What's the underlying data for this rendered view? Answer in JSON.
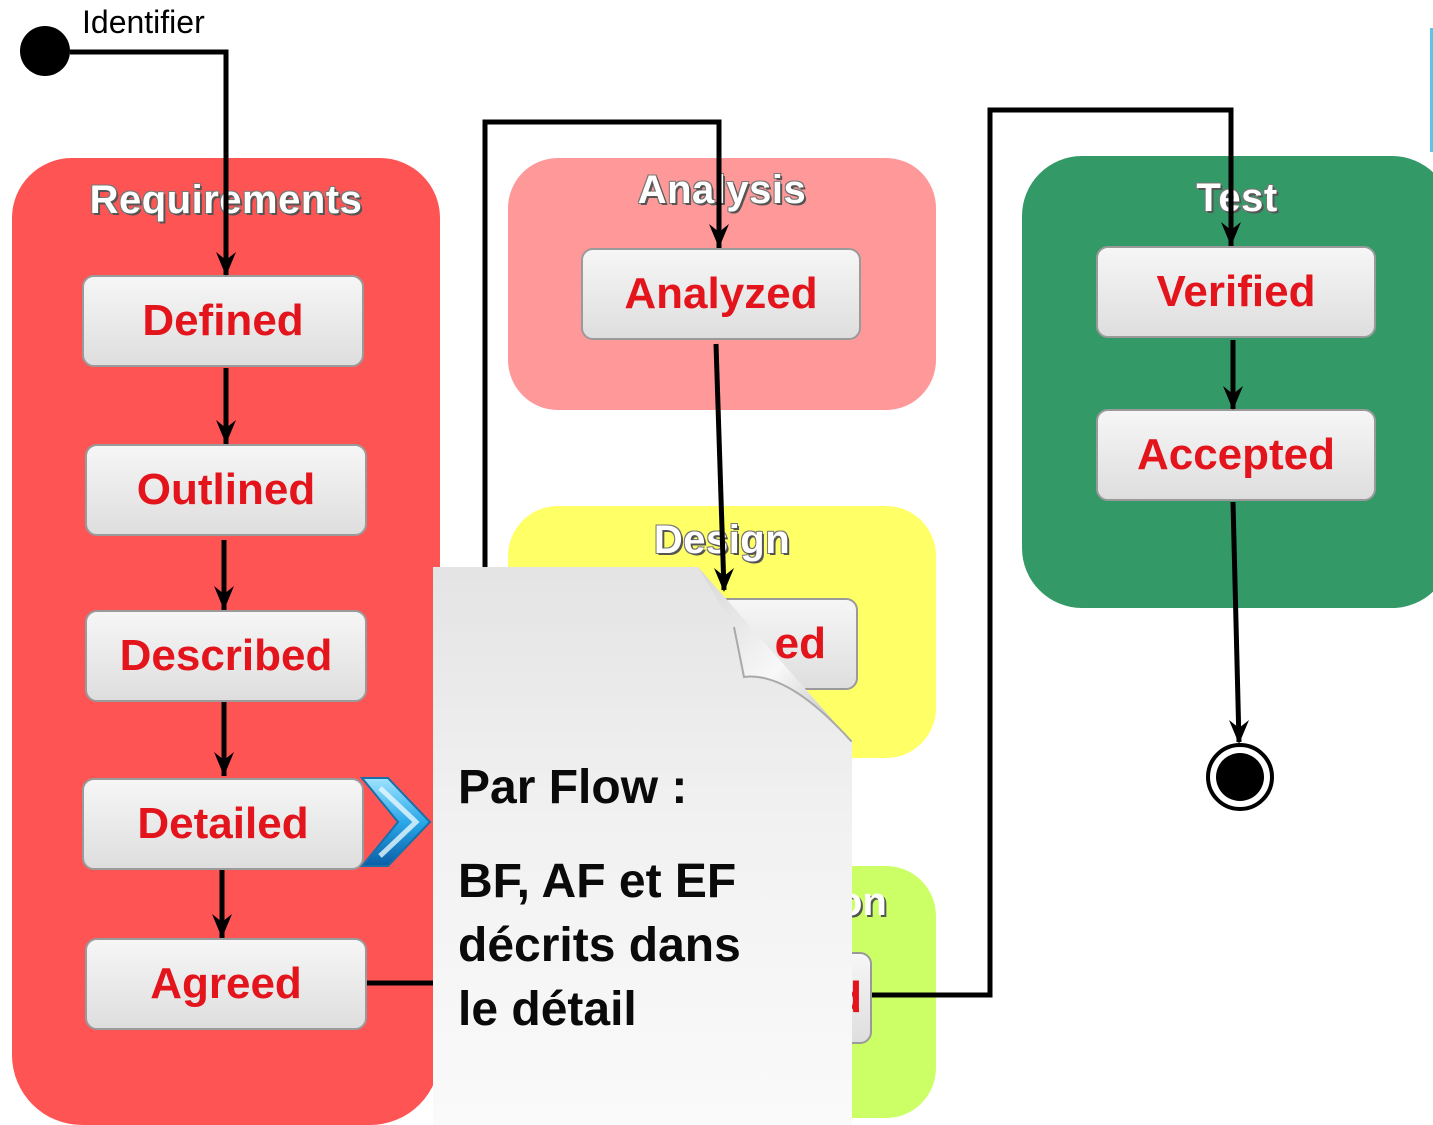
{
  "start_label": "Identifier",
  "phases": {
    "requirements": {
      "title": "Requirements",
      "color": "#ff5454"
    },
    "analysis": {
      "title": "Analysis",
      "color": "#ff9898"
    },
    "design": {
      "title": "Design",
      "color": "#ffff66"
    },
    "implementation": {
      "title_visible": "on",
      "color": "#ccff66"
    },
    "test": {
      "title": "Test",
      "color": "#339966"
    }
  },
  "states": {
    "defined": "Defined",
    "outlined": "Outlined",
    "described": "Described",
    "detailed": "Detailed",
    "agreed": "Agreed",
    "analyzed": "Analyzed",
    "designed_visible": "ed",
    "implemented_visible": "d",
    "verified": "Verified",
    "accepted": "Accepted"
  },
  "note": {
    "line1": "Par Flow :",
    "line2": "BF, AF et EF",
    "line3": "décrits dans",
    "line4": "le détail"
  },
  "colors": {
    "state_text": "#e3141b",
    "connector": "#000000",
    "callout_arrow": "#2aa8e8"
  }
}
